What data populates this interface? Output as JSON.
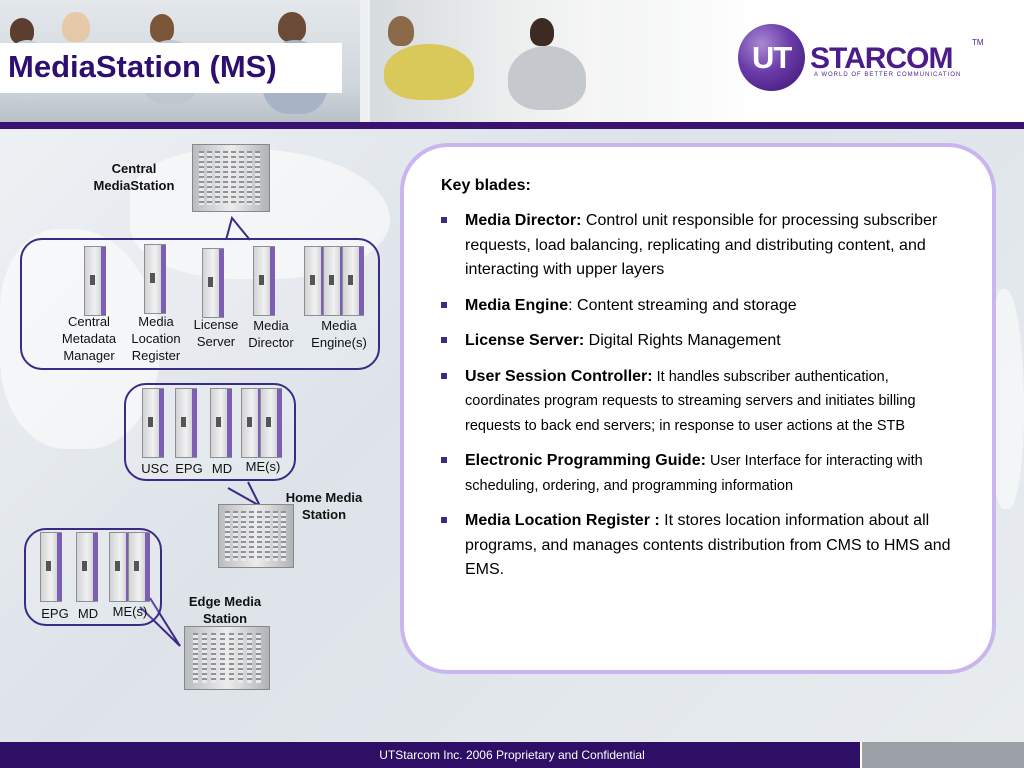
{
  "header": {
    "title": "MediaStation (MS)",
    "logo": {
      "ut": "UT",
      "rest": "STARCOM",
      "tm": "TM",
      "tagline": "A WORLD OF BETTER COMMUNICATION"
    }
  },
  "diagram": {
    "central_label": "Central MediaStation",
    "central_blades": [
      "Central Metadata Manager",
      "Media Location Register",
      "License Server",
      "Media Director",
      "Media Engine(s)"
    ],
    "home_blades": [
      "USC",
      "EPG",
      "MD",
      "ME(s)"
    ],
    "home_label": "Home Media Station",
    "edge_blades": [
      "EPG",
      "MD",
      "ME(s)"
    ],
    "edge_label": "Edge Media Station"
  },
  "panel": {
    "heading": "Key blades:",
    "items": [
      {
        "term": "Media Director:",
        "text": " Control unit responsible for processing subscriber requests, load balancing, replicating and distributing content, and interacting with upper layers"
      },
      {
        "term": "Media Engine",
        "text": ": Content streaming and storage"
      },
      {
        "term": "License Server:",
        "text": " Digital Rights Management"
      },
      {
        "term": "User Session Controller:",
        "text": " It handles subscriber authentication, coordinates program requests to streaming servers and initiates billing requests to back end servers; in response to user actions at the STB"
      },
      {
        "term": "Electronic Programming Guide:",
        "text": " User Interface for interacting with scheduling, ordering, and programming information"
      },
      {
        "term": "Media Location Register :",
        "text": " It stores location information about all programs, and manages contents distribution from CMS to HMS and EMS."
      }
    ]
  },
  "footer": {
    "text": "UTStarcom Inc. 2006 Proprietary and Confidential"
  },
  "colors": {
    "brand_purple": "#2f0f66",
    "panel_border": "#c9b6ee",
    "title": "#2e0e6e"
  }
}
